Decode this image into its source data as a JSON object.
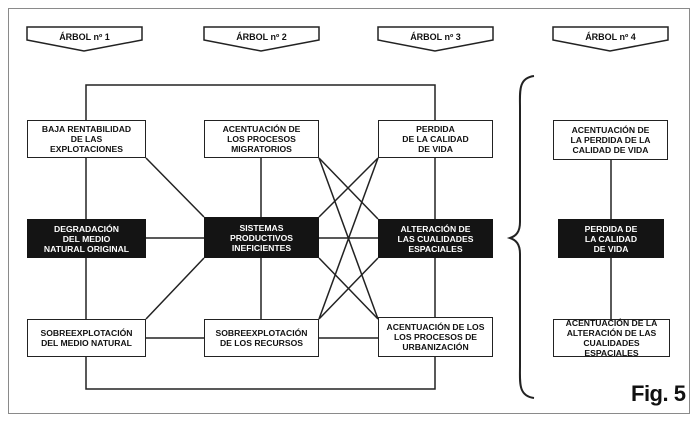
{
  "headers": [
    "ÁRBOL nº 1",
    "ÁRBOL nº 2",
    "ÁRBOL nº 3",
    "ÁRBOL nº 4"
  ],
  "boxes": {
    "baja_rentabilidad": "BAJA RENTABILIDAD\nDE LAS\nEXPLOTACIONES",
    "acentuacion_migratorios": "ACENTUACIÓN DE\nLOS PROCESOS\nMIGRATORIOS",
    "perdida_calidad_vida_1": "PERDIDA\nDE LA CALIDAD\nDE VIDA",
    "degradacion_medio": "DEGRADACIÓN\nDEL MEDIO\nNATURAL ORIGINAL",
    "sistemas_productivos": "SISTEMAS\nPRODUCTIVOS\nINEFICIENTES",
    "alteracion_cualidades": "ALTERACIÓN DE\nLAS CUALIDADES\nESPACIALES",
    "sobreexplotacion_medio": "SOBREEXPLOTACIÓN\nDEL MEDIO NATURAL",
    "sobreexplotacion_recursos": "SOBREEXPLOTACIÓN\nDE LOS RECURSOS",
    "acentuacion_urbanizacion": "ACENTUACIÓN DE LOS\nLOS PROCESOS DE\nURBANIZACIÓN",
    "acentuacion_perdida": "ACENTUACIÓN DE\nLA PERDIDA DE LA\nCALIDAD DE VIDA",
    "perdida_calidad_vida_2": "PERDIDA DE\nLA CALIDAD\nDE VIDA",
    "acentuacion_alteracion": "ACENTUACIÓN DE LA\nALTERACIÓN DE LAS\nCUALIDADES ESPACIALES"
  },
  "figure_label": "Fig. 5",
  "colors": {
    "dark_box": "#141414",
    "line": "#222222"
  }
}
